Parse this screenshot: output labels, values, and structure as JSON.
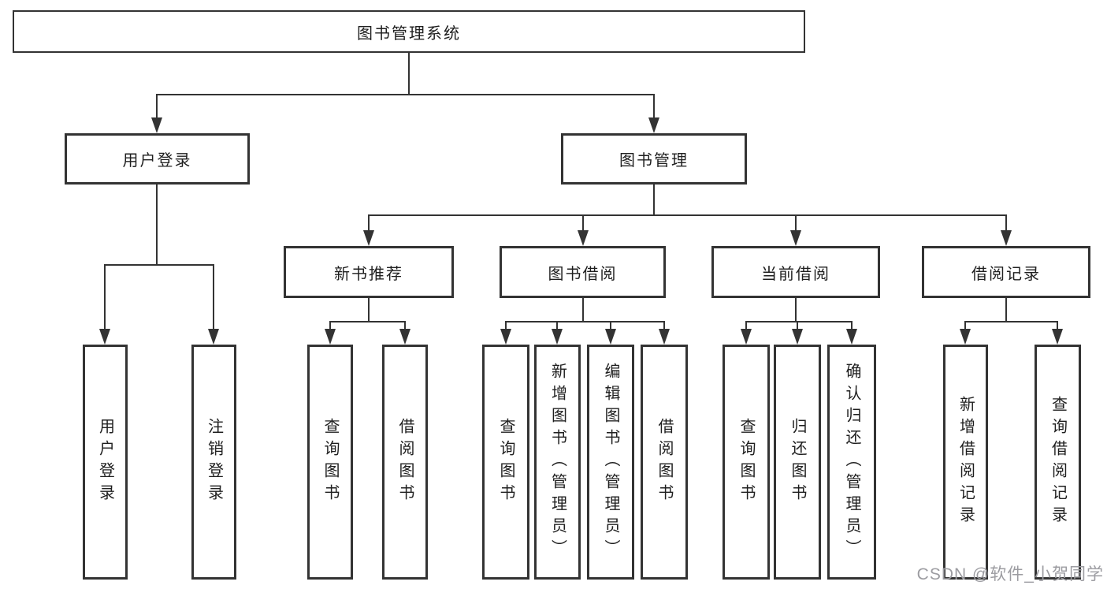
{
  "colors": {
    "background": "#ffffff",
    "line": "#333333",
    "box_border": "#333333",
    "box_fill": "#ffffff",
    "text": "#1f1f1f",
    "watermark": "#9c9ca1"
  },
  "tree": {
    "label": "图书管理系统",
    "children": [
      {
        "label": "用户登录",
        "children": [
          {
            "label": "用户登录"
          },
          {
            "label": "注销登录"
          }
        ]
      },
      {
        "label": "图书管理",
        "children": [
          {
            "label": "新书推荐",
            "children": [
              {
                "label": "查询图书"
              },
              {
                "label": "借阅图书"
              }
            ]
          },
          {
            "label": "图书借阅",
            "children": [
              {
                "label": "查询图书"
              },
              {
                "label": "新增图书（管理员）"
              },
              {
                "label": "编辑图书（管理员）"
              },
              {
                "label": "借阅图书"
              }
            ]
          },
          {
            "label": "当前借阅",
            "children": [
              {
                "label": "查询图书"
              },
              {
                "label": "归还图书"
              },
              {
                "label": "确认归还（管理员）"
              }
            ]
          },
          {
            "label": "借阅记录",
            "children": [
              {
                "label": "新增借阅记录"
              },
              {
                "label": "查询借阅记录"
              }
            ]
          }
        ]
      }
    ]
  },
  "watermark": "CSDN @软件_小贺同学"
}
